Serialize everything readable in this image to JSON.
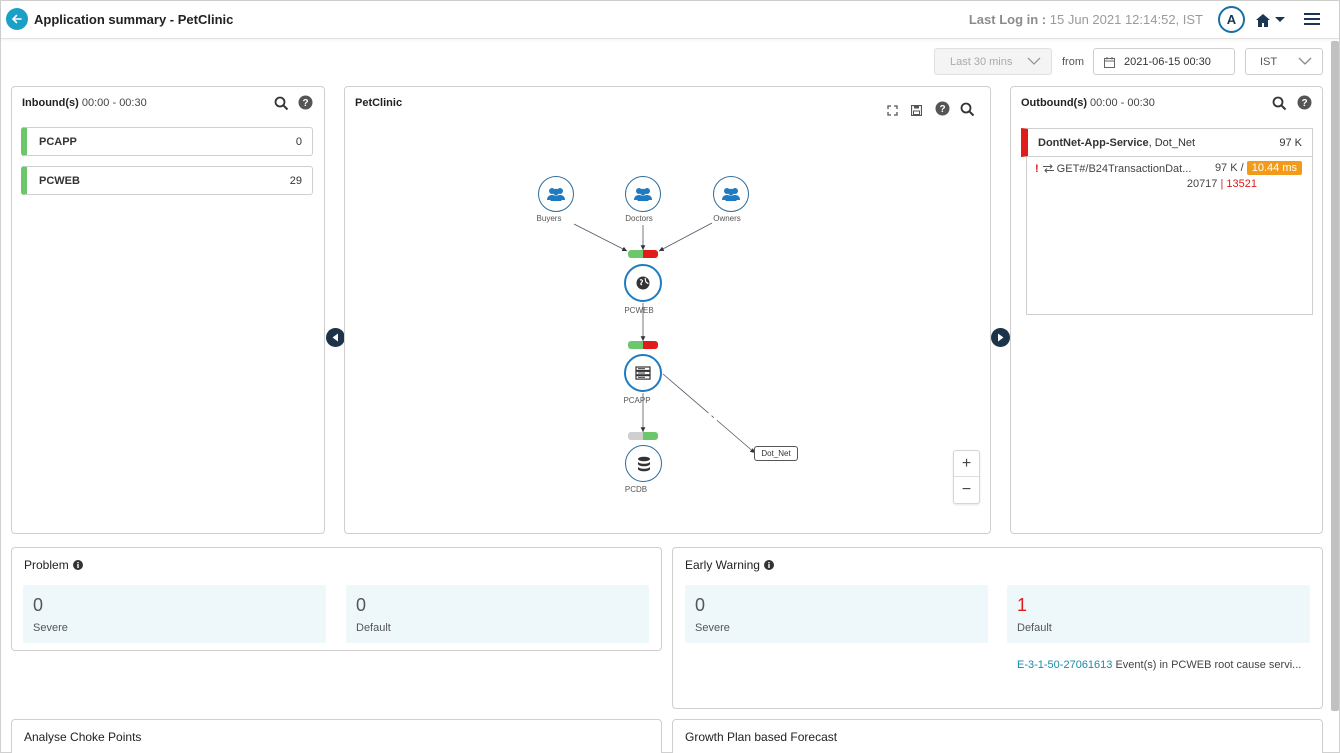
{
  "header": {
    "title": "Application summary - PetClinic",
    "last_log_label": "Last Log in :",
    "last_log_value": "15 Jun 2021 12:14:52, IST",
    "avatar_letter": "A"
  },
  "time_controls": {
    "range": "Last 30 mins",
    "from_label": "from",
    "date_value": "2021-06-15 00:30",
    "timezone": "IST"
  },
  "inbound": {
    "title": "Inbound(s)",
    "time": "00:00 - 00:30",
    "items": [
      {
        "name": "PCAPP",
        "count": "0"
      },
      {
        "name": "PCWEB",
        "count": "29"
      }
    ]
  },
  "topology": {
    "title": "PetClinic",
    "nodes": {
      "buyers": "Buyers",
      "doctors": "Doctors",
      "owners": "Owners",
      "pcweb": "PCWEB",
      "pcapp": "PCAPP",
      "pcdb": "PCDB",
      "dotnet": "Dot_Net"
    },
    "zoom_in": "+",
    "zoom_out": "−"
  },
  "outbound": {
    "title": "Outbound(s)",
    "time": "00:00 - 00:30",
    "service_name": "DontNet-App-Service",
    "service_type": ", Dot_Net",
    "service_count": "97 K",
    "transaction": {
      "name": "GET#/B24TransactionDat...",
      "value": "97 K /",
      "latency": "10.44 ms",
      "ok_count": "20717",
      "separator": "|",
      "err_count": "13521"
    }
  },
  "problem": {
    "title": "Problem",
    "severe_count": "0",
    "severe_label": "Severe",
    "default_count": "0",
    "default_label": "Default"
  },
  "early_warning": {
    "title": "Early Warning",
    "severe_count": "0",
    "severe_label": "Severe",
    "default_count": "1",
    "default_label": "Default",
    "event_id": "E-3-1-50-27061613",
    "event_text": "Event(s) in PCWEB root cause servi..."
  },
  "bottom": {
    "choke_points": "Analyse Choke Points",
    "growth_forecast": "Growth Plan based Forecast"
  },
  "colors": {
    "accent": "#1a9fc7",
    "ok": "#6cc76c",
    "error": "#e11b1b",
    "warn": "#f29b1a",
    "node_border": "#1f7bc1"
  }
}
